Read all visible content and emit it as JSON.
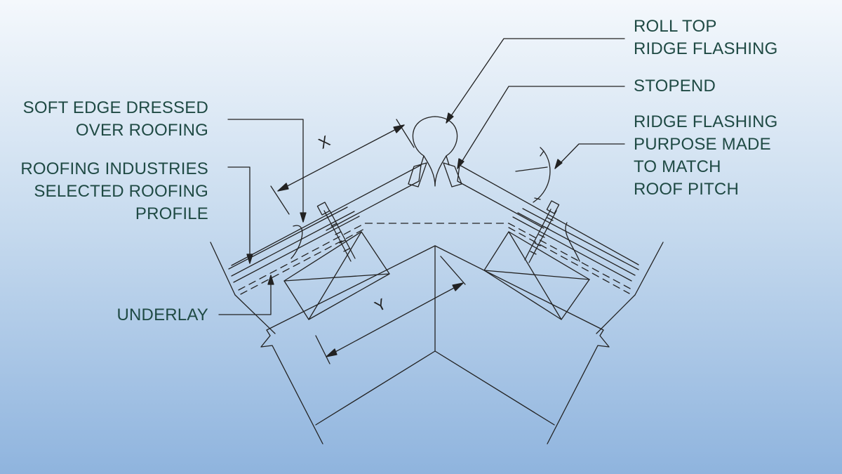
{
  "labels": {
    "roll_top": [
      "ROLL TOP",
      "RIDGE FLASHING"
    ],
    "stopend": "STOPEND",
    "ridge_flashing": [
      "RIDGE FLASHING",
      "PURPOSE MADE",
      "TO MATCH",
      "ROOF PITCH"
    ],
    "soft_edge": [
      "SOFT EDGE DRESSED",
      "OVER ROOFING"
    ],
    "roofing_profile": [
      "ROOFING INDUSTRIES",
      "SELECTED ROOFING",
      "PROFILE"
    ],
    "underlay": "UNDERLAY"
  },
  "dimensions": {
    "x": "X",
    "y": "Y"
  },
  "colors": {
    "text": "#1f4a44",
    "line": "#222222"
  }
}
